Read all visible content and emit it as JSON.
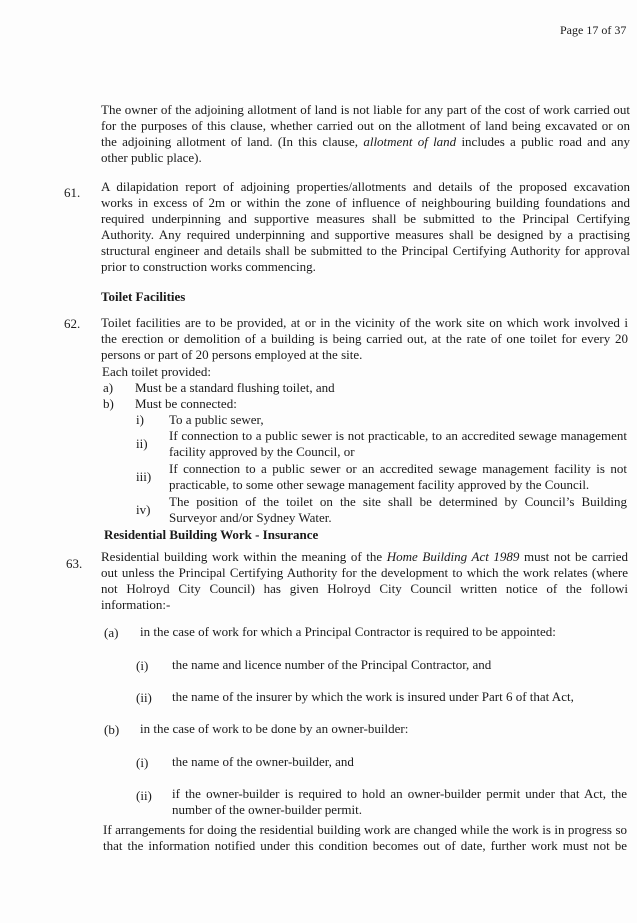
{
  "header": {
    "page_number": "Page 17 of 37"
  },
  "intro": {
    "lines": [
      "The owner of the adjoining allotment of land is not liable for any part of the cost of work carried out",
      "for the purposes of this clause, whether carried out on the allotment of land being excavated or on",
      "the adjoining allotment of land.  (In this clause, ",
      "other public place)."
    ],
    "italic_term": "allotment of land",
    "line3_tail": " includes a public road and any"
  },
  "c61": {
    "number": "61.",
    "lines": [
      "A dilapidation report of adjoining properties/allotments and details of the proposed excavation",
      "works in excess of 2m or within the zone of influence of neighbouring building foundations and",
      "required underpinning and supportive measures shall be submitted to the Principal Certifying",
      "Authority. Any required underpinning and supportive measures shall be designed by a practising",
      "structural engineer and details shall be submitted to the Principal Certifying Authority for approval",
      "prior to construction works commencing."
    ]
  },
  "toilet": {
    "heading": "Toilet Facilities",
    "number": "62.",
    "lines": [
      "Toilet facilities are to be provided, at or in the vicinity of the work site on which work involved i",
      "the erection or demolition of a building is being carried out, at the rate of one toilet for every 20",
      "persons or part of 20 persons employed at the site."
    ],
    "each": "Each toilet provided:",
    "a": {
      "label": "a)",
      "text": "Must be a standard flushing toilet, and"
    },
    "b": {
      "label": "b)",
      "text": "Must be connected:"
    },
    "subs": [
      {
        "label": "i)",
        "lines": [
          "To a public sewer,"
        ]
      },
      {
        "label": "ii)",
        "lines": [
          "If connection to a public sewer is not practicable, to an accredited sewage management",
          "facility approved by the Council, or"
        ]
      },
      {
        "label": "iii)",
        "lines": [
          "If connection to a public sewer or an accredited sewage management facility is not",
          "practicable, to some other sewage management facility approved by the Council."
        ]
      },
      {
        "label": "iv)",
        "lines": [
          "The position of the toilet on the site shall be determined by Council’s Building",
          "Surveyor and/or Sydney Water."
        ]
      }
    ]
  },
  "insurance": {
    "heading": "Residential Building Work - Insurance",
    "number": "63.",
    "line1_pre": "Residential building work within the meaning of the ",
    "act": "Home Building Act 1989",
    "line1_post": " must not be carried",
    "lines": [
      "out unless the Principal Certifying Authority for the development to which the work relates (where",
      "not Holroyd City Council) has given Holroyd City Council written notice of the followi",
      "information:-"
    ],
    "a": {
      "label": "(a)",
      "text": "in the case of work for which a Principal Contractor is required to be appointed:",
      "i": {
        "label": "(i)",
        "text": "the name and licence number of the Principal Contractor, and"
      },
      "ii": {
        "label": "(ii)",
        "text": "the name of the insurer by which the work is insured under Part 6 of that Act,"
      }
    },
    "b": {
      "label": "(b)",
      "text": "in the case of work to be done by an owner-builder:",
      "i": {
        "label": "(i)",
        "text": "the name of the owner-builder, and"
      },
      "ii": {
        "label": "(ii)",
        "lines": [
          "if the owner-builder is required to hold an owner-builder permit under that Act, the",
          "number of the owner-builder permit."
        ]
      }
    },
    "closing": [
      "If arrangements for doing the residential building work are changed while the work is in progress so",
      "that the information notified under this condition becomes out of date, further work must not be"
    ]
  }
}
